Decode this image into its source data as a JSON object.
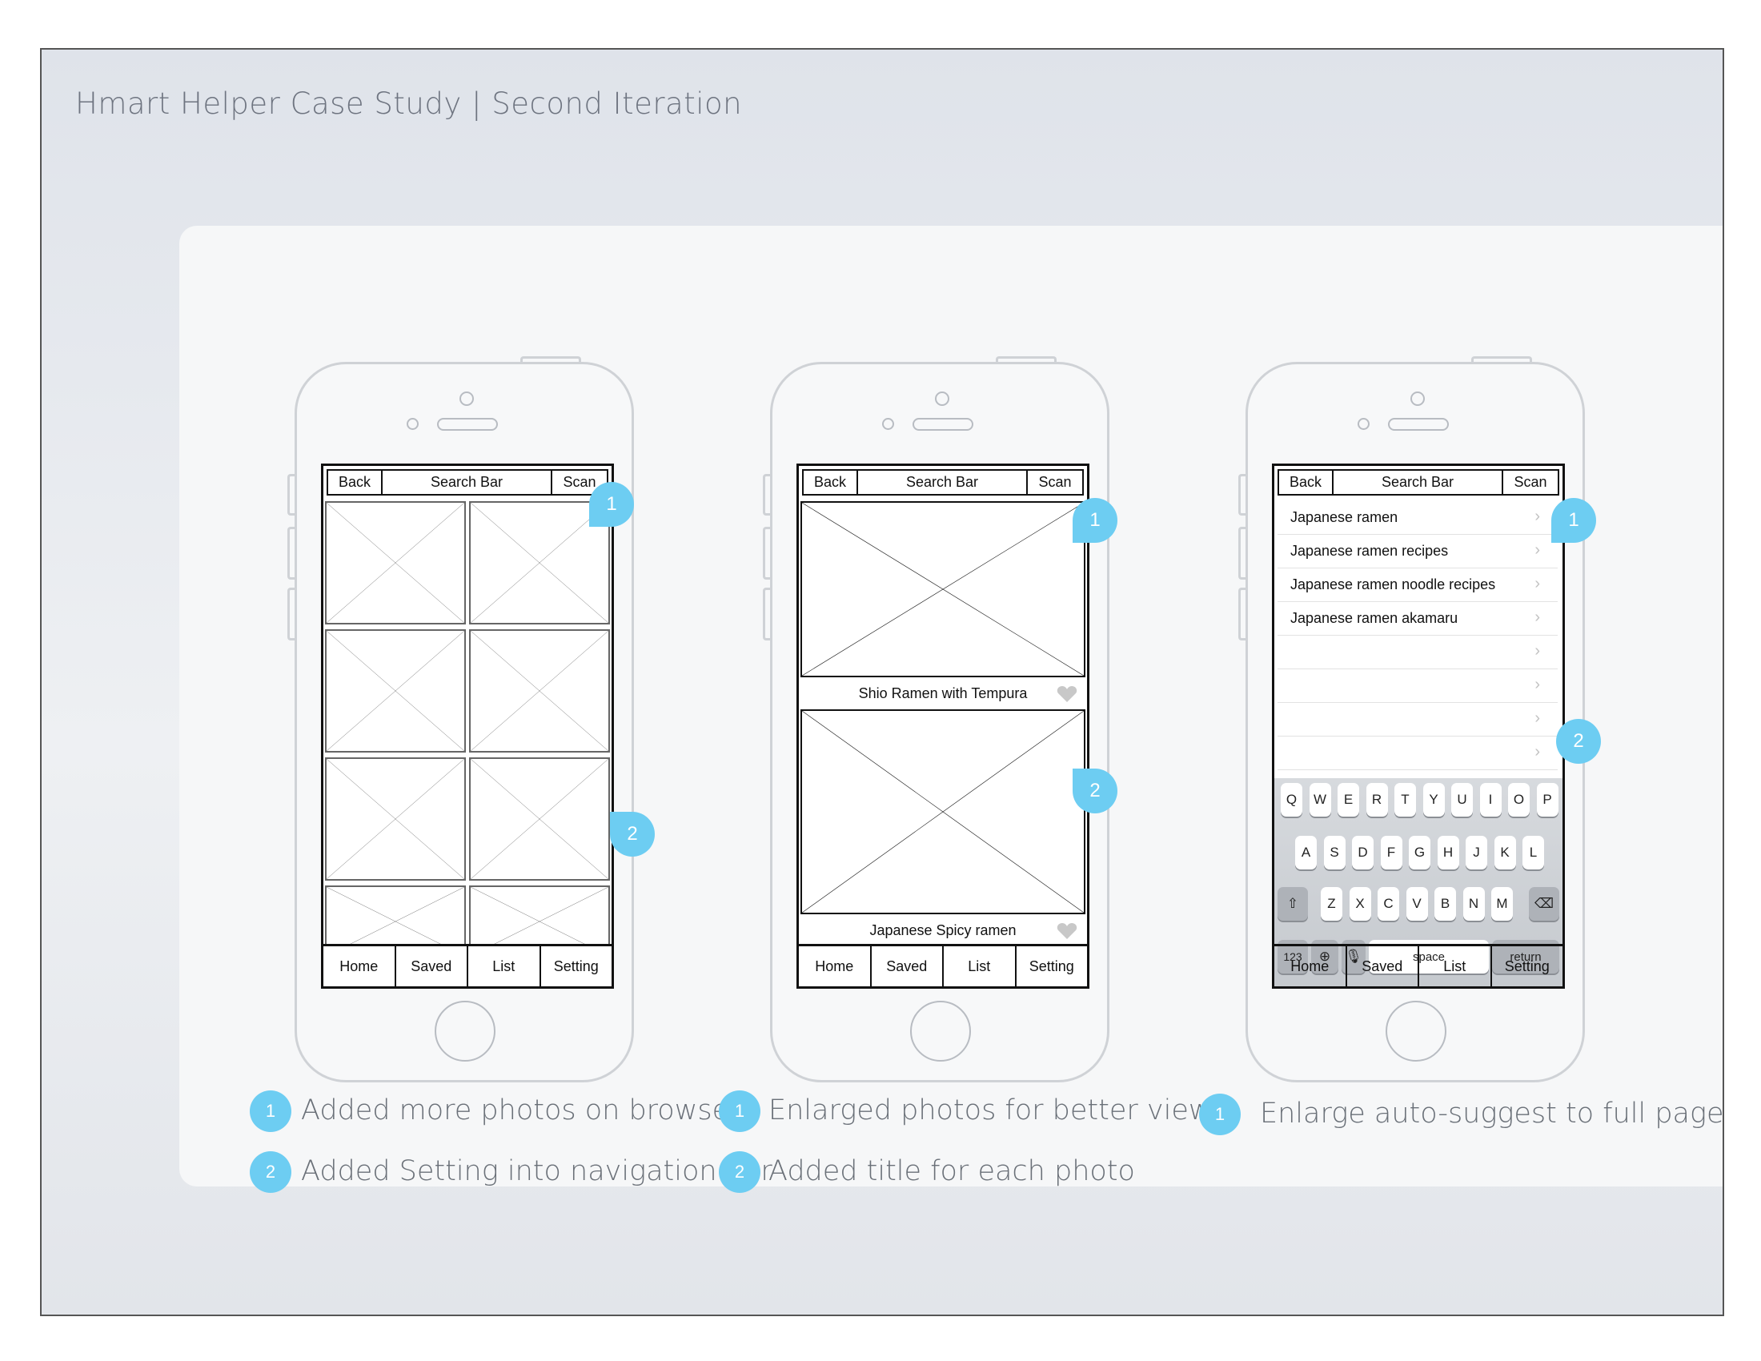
{
  "slide": {
    "title": "Hmart Helper Case Study | Second Iteration"
  },
  "colors": {
    "accent": "#6dcdf2",
    "outline": "#111111",
    "device": "#cfd2d6"
  },
  "phone1": {
    "topbar": {
      "back": "Back",
      "search": "Search Bar",
      "scan": "Scan"
    },
    "nav": [
      "Home",
      "Saved",
      "List",
      "Setting"
    ],
    "callouts": [
      "1",
      "2"
    ]
  },
  "phone2": {
    "topbar": {
      "back": "Back",
      "search": "Search Bar",
      "scan": "Scan"
    },
    "captions": [
      "Shio Ramen with Tempura",
      "Japanese Spicy ramen"
    ],
    "nav": [
      "Home",
      "Saved",
      "List",
      "Setting"
    ],
    "callouts": [
      "1",
      "2"
    ]
  },
  "phone3": {
    "topbar": {
      "back": "Back",
      "search": "Search Bar",
      "scan": "Scan"
    },
    "suggestions": [
      "Japanese ramen",
      "Japanese ramen recipes",
      "Japanese ramen noodle recipes",
      "Japanese ramen akamaru"
    ],
    "keyboard": {
      "row1": [
        "Q",
        "W",
        "E",
        "R",
        "T",
        "Y",
        "U",
        "I",
        "O",
        "P"
      ],
      "row2": [
        "A",
        "S",
        "D",
        "F",
        "G",
        "H",
        "J",
        "K",
        "L"
      ],
      "row3": [
        "Z",
        "X",
        "C",
        "V",
        "B",
        "N",
        "M"
      ],
      "bottom": {
        "num": "123",
        "space": "space",
        "ret": "return"
      }
    },
    "nav": [
      "Home",
      "Saved",
      "List",
      "Setting"
    ],
    "callouts": [
      "1",
      "2"
    ]
  },
  "notes": {
    "col1": [
      {
        "n": "1",
        "text": "Added more photos on browse"
      },
      {
        "n": "2",
        "text": "Added Setting into navigation bar"
      }
    ],
    "col2": [
      {
        "n": "1",
        "text": "Enlarged photos for better view"
      },
      {
        "n": "2",
        "text": "Added title for each photo"
      }
    ],
    "col3": [
      {
        "n": "1",
        "text": "Enlarge auto-suggest to full page"
      }
    ]
  }
}
